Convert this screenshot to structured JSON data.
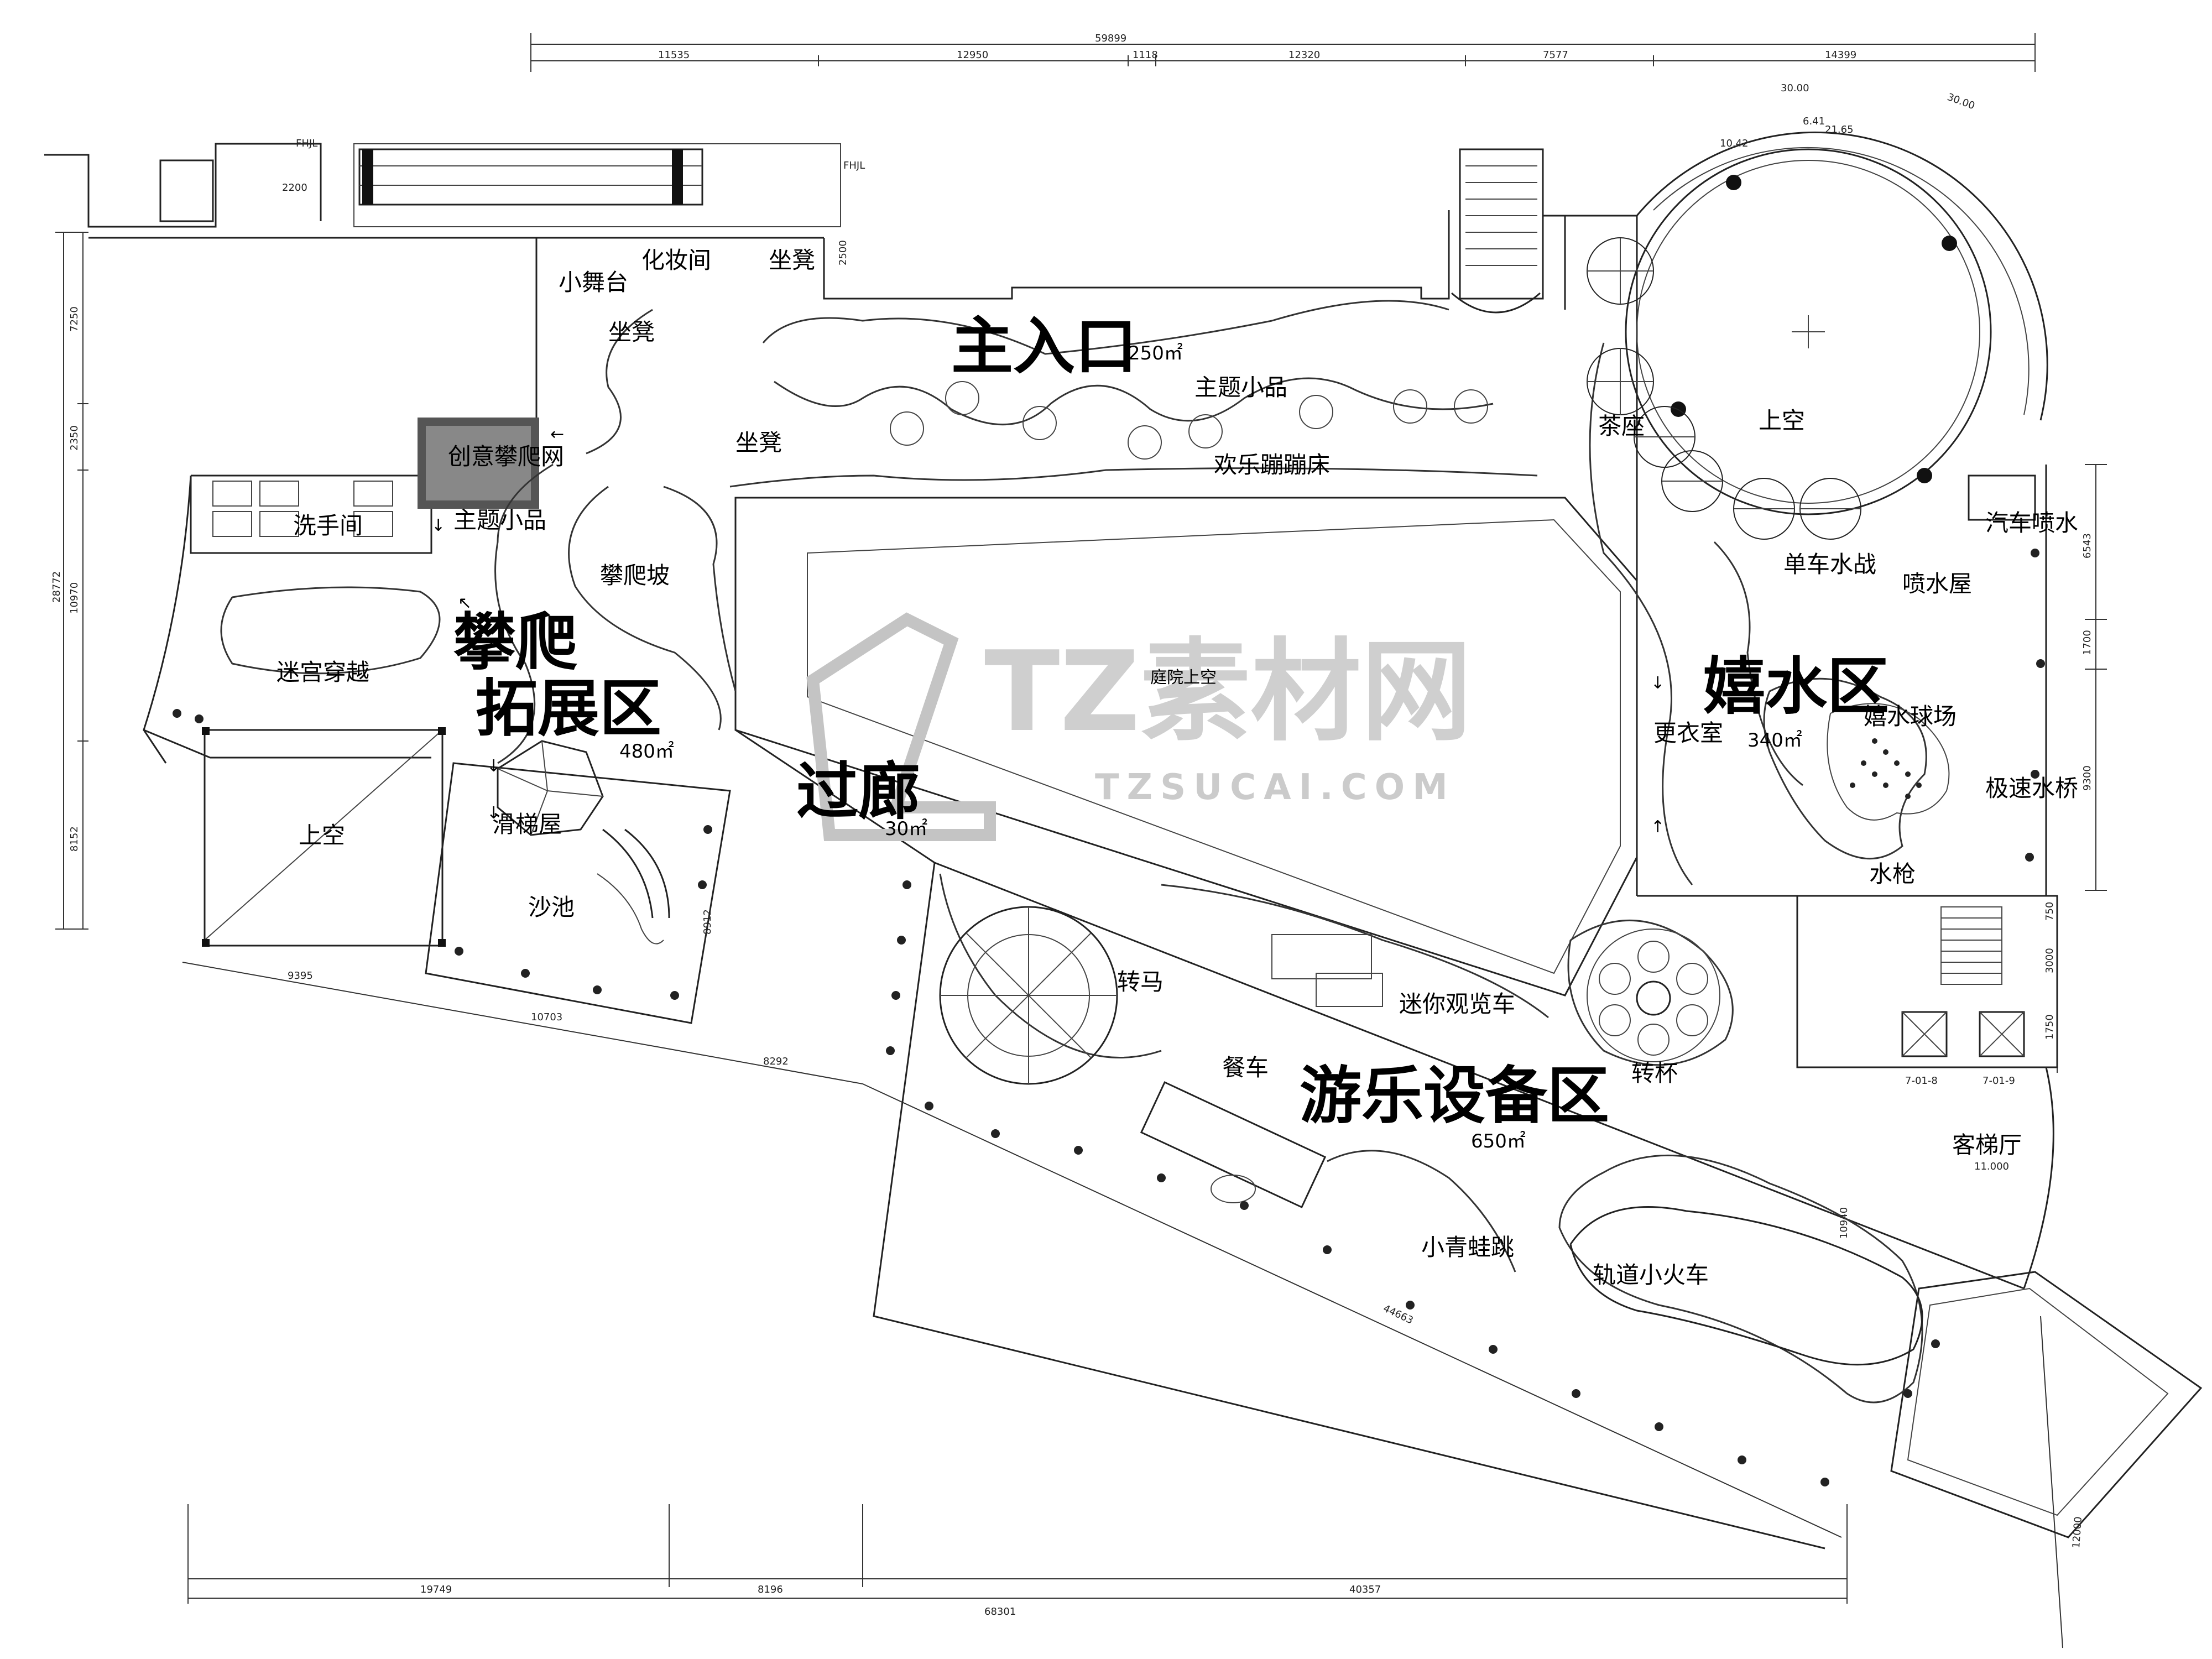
{
  "zones": {
    "main_entrance": {
      "label": "主入口",
      "area": "250㎡"
    },
    "climb": {
      "line1": "攀爬",
      "line2": "拓展区",
      "area": "480㎡"
    },
    "water": {
      "label": "嬉水区",
      "area": "340㎡"
    },
    "corridor": {
      "label": "过廊",
      "area": "30㎡"
    },
    "rides": {
      "label": "游乐设备区",
      "area": "650㎡"
    }
  },
  "labels": {
    "stage": "小舞台",
    "makeup": "化妆间",
    "bench1": "坐凳",
    "bench2": "坐凳",
    "bench3": "坐凳",
    "theme_piece_top": "主题小品",
    "trampoline": "欢乐蹦蹦床",
    "creative_climb": "创意攀爬网",
    "theme_piece_left": "主题小品",
    "washroom": "洗手间",
    "climb_slope": "攀爬坡",
    "maze": "迷宫穿越",
    "void_left": "上空",
    "slide_house": "滑梯屋",
    "sandpit": "沙池",
    "courtyard_void": "庭院上空",
    "tea": "茶座",
    "void_round": "上空",
    "bike_water": "单车水战",
    "spray_house": "喷水屋",
    "car_spray": "汽车喷水",
    "changing": "更衣室",
    "water_ball": "嬉水球场",
    "water_bridge": "极速水桥",
    "water_gun": "水枪",
    "carousel": "转马",
    "mini_wheel": "迷你观览车",
    "teacups": "转杯",
    "dining_car": "餐车",
    "frog_jump": "小青蛙跳",
    "train": "轨道小火车",
    "elevator_hall": "客梯厅",
    "elevator_level": "11.000",
    "lift1": "7-01-8",
    "lift2": "7-01-9",
    "fhjl1": "FHJL",
    "fhjl2": "FHJL"
  },
  "dimensions": {
    "top_total": "59899",
    "top_segments": [
      "11535",
      "12950",
      "1118",
      "12320",
      "7577",
      "14399"
    ],
    "bottom_total": "68301",
    "bottom_segments": [
      "19749",
      "8196",
      "40357"
    ],
    "left_total": "28772",
    "left_segments": [
      "7250",
      "2350",
      "10970",
      "8152"
    ],
    "right_segments": [
      "6543",
      "1700",
      "9300"
    ],
    "right_lower": [
      "750",
      "3000",
      "1750"
    ],
    "void_width": "9395",
    "sand_width": "10703",
    "sand_height": "8912",
    "diag_a": "8292",
    "diag_b": "44663",
    "diag_c": "12000",
    "diag_d": "10940",
    "arc_a": "30.00",
    "arc_b": "21.65",
    "arc_c": "10.42",
    "arc_d": "6.41",
    "stair_a": "2200",
    "stair_b": "2500"
  },
  "watermark": {
    "brand": "TZ素材网",
    "url": "TZSUCAI.COM"
  }
}
